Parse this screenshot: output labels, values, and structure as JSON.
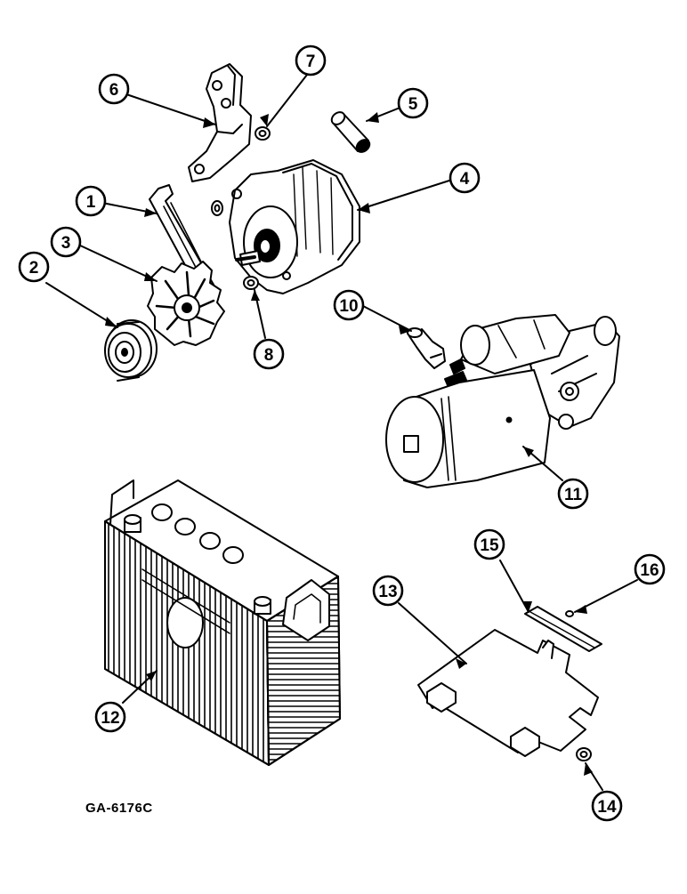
{
  "drawing_code": "GA-6176C",
  "callouts": [
    {
      "id": "1",
      "label": "1"
    },
    {
      "id": "2",
      "label": "2"
    },
    {
      "id": "3",
      "label": "3"
    },
    {
      "id": "4",
      "label": "4"
    },
    {
      "id": "5",
      "label": "5"
    },
    {
      "id": "6",
      "label": "6"
    },
    {
      "id": "7",
      "label": "7"
    },
    {
      "id": "8",
      "label": "8"
    },
    {
      "id": "10",
      "label": "10"
    },
    {
      "id": "11",
      "label": "11"
    },
    {
      "id": "12",
      "label": "12"
    },
    {
      "id": "13",
      "label": "13"
    },
    {
      "id": "14",
      "label": "14"
    },
    {
      "id": "15",
      "label": "15"
    },
    {
      "id": "16",
      "label": "16"
    }
  ],
  "colors": {
    "ink": "#000000",
    "paper": "#ffffff"
  }
}
